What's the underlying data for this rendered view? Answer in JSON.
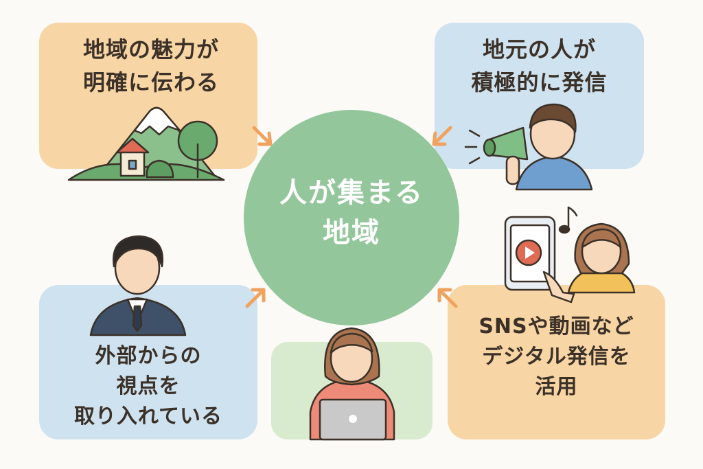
{
  "hub": {
    "line1": "人が集まる",
    "line2": "地域"
  },
  "cards": {
    "top_left": {
      "line1": "地域の魅力が",
      "line2": "明確に伝わる"
    },
    "top_right": {
      "line1": "地元の人が",
      "line2": "積極的に発信"
    },
    "bottom_left": {
      "line1": "外部からの",
      "line2": "視点を",
      "line3": "取り入れている"
    },
    "bottom_right": {
      "line1": "SNSや動画など",
      "line2": "デジタル発信を",
      "line3": "活用"
    }
  },
  "colors": {
    "hub": "#93c79b",
    "card_orange": "#f8d5a4",
    "card_blue": "#cfe2ef",
    "card_green": "#d9ebcf",
    "arrow": "#f0a25e",
    "text": "#3b3128"
  },
  "icons": [
    "landscape-icon",
    "megaphone-person-icon",
    "smartphone-person-icon",
    "businessman-icon",
    "laptop-person-icon",
    "arrow-icon"
  ]
}
